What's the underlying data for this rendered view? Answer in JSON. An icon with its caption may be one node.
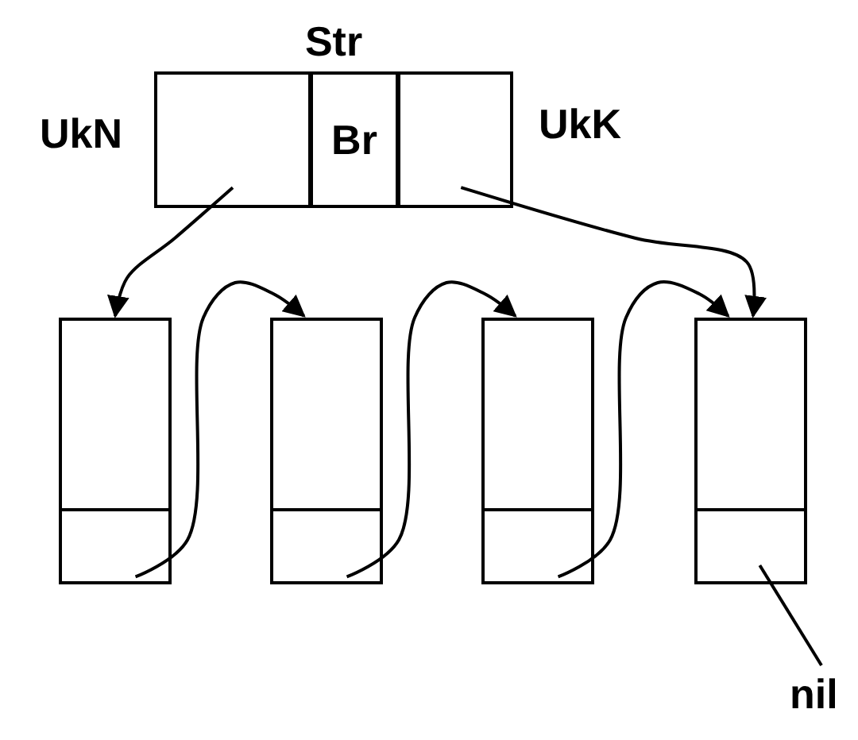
{
  "diagram": {
    "nodes": [
      {
        "text": [
          "Str"
        ]
      },
      {
        "text": [],
        "shape": "box",
        "in": 0,
        "beside": [
          "UkN"
        ]
      },
      {
        "text": [
          "Br"
        ],
        "in": 0
      },
      {
        "text": [],
        "shape": "box",
        "in": 0,
        "beside": [
          "UkK"
        ]
      },
      {
        "text": [],
        "shape": "box"
      },
      {
        "text": [],
        "shape": "box",
        "in": 4
      },
      {
        "text": [],
        "shape": "box"
      },
      {
        "text": [],
        "shape": "box",
        "in": 6
      },
      {
        "text": [],
        "shape": "box"
      },
      {
        "text": [],
        "shape": "box",
        "in": 8
      },
      {
        "text": [],
        "shape": "box"
      },
      {
        "text": [],
        "shape": "box",
        "in": 10
      },
      {
        "text": [
          "nil"
        ]
      }
    ],
    "edges": [
      {
        "from": 1,
        "to": 4,
        "arrow": "to"
      },
      {
        "from": 5,
        "to": 6,
        "arrow": "to"
      },
      {
        "from": 7,
        "to": 8,
        "arrow": "to"
      },
      {
        "from": 9,
        "to": 10,
        "arrow": "to"
      },
      {
        "from": 3,
        "to": 10,
        "arrow": "to"
      },
      {
        "from": 11,
        "to": 12,
        "arrow": "none"
      }
    ]
  }
}
